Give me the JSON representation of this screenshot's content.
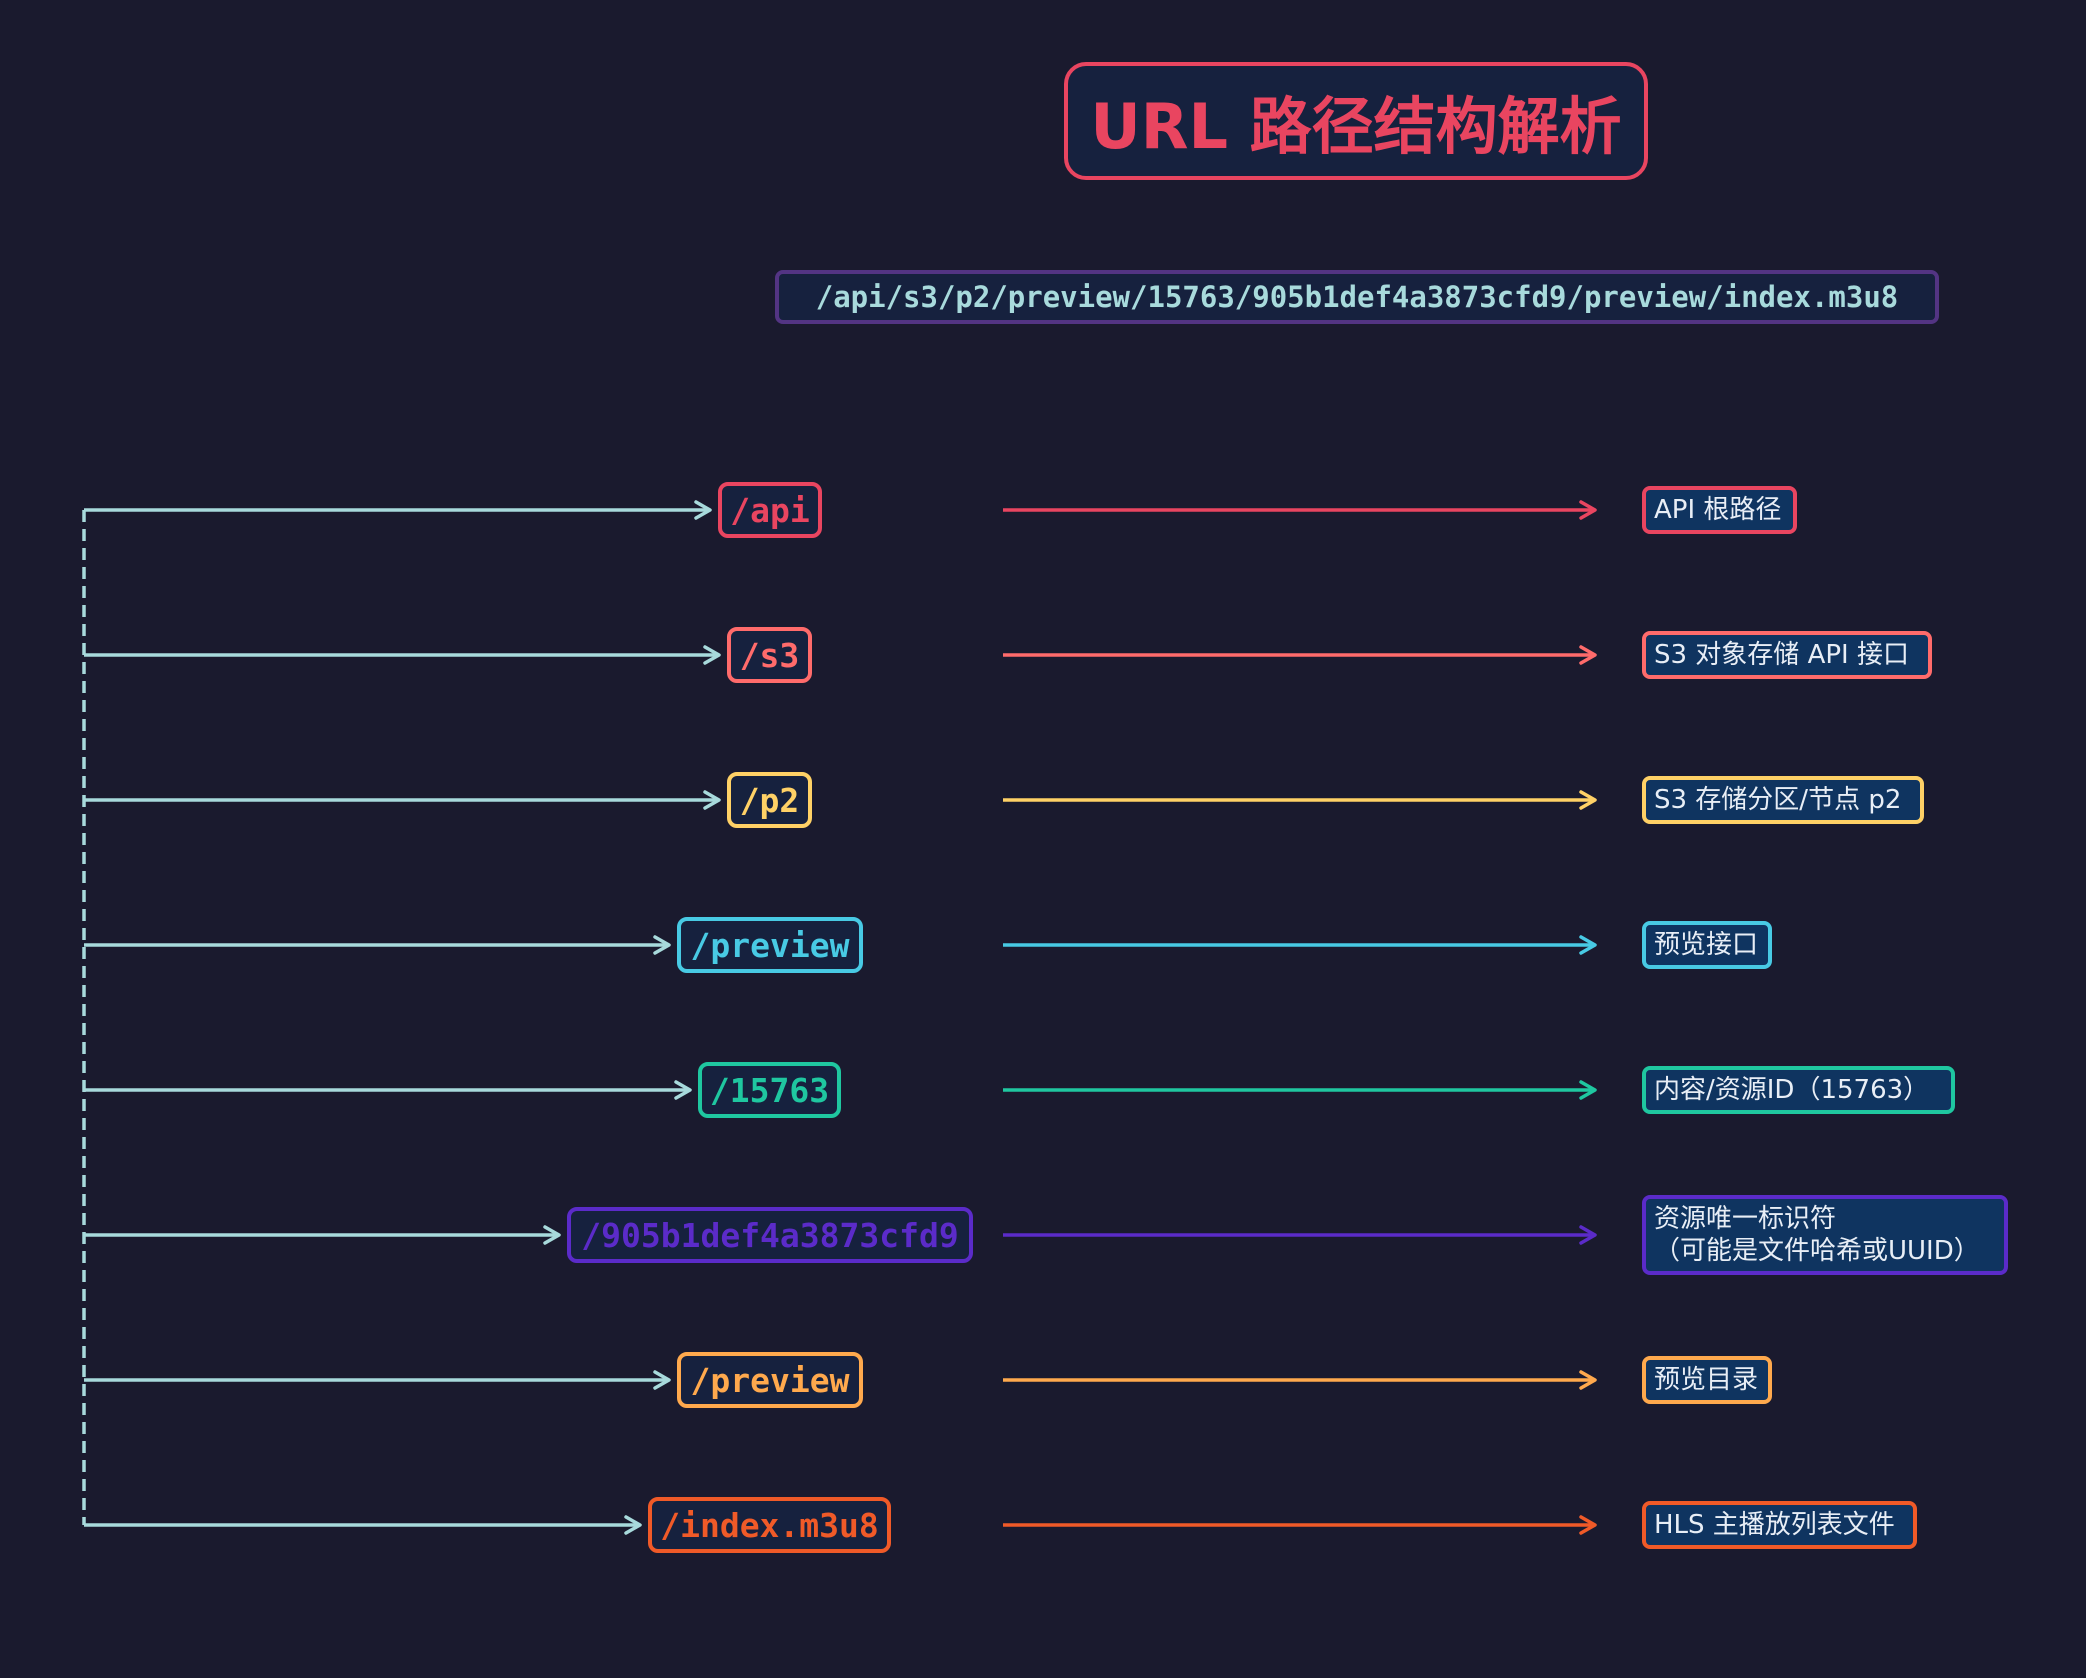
{
  "title": "URL 路径结构解析",
  "url": "/api/s3/p2/preview/15763/905b1def4a3873cfd9/preview/index.m3u8",
  "segments": [
    {
      "label": "/api",
      "description": [
        "API 根路径"
      ],
      "color": "#e94560"
    },
    {
      "label": "/s3",
      "description": [
        "S3 对象存储 API 接口"
      ],
      "color": "#ff6b6b"
    },
    {
      "label": "/p2",
      "description": [
        "S3 存储分区/节点 p2"
      ],
      "color": "#ffd166"
    },
    {
      "label": "/preview",
      "description": [
        "预览接口"
      ],
      "color": "#48cae4"
    },
    {
      "label": "/15763",
      "description": [
        "内容/资源ID（15763）"
      ],
      "color": "#1fc7a0"
    },
    {
      "label": "/905b1def4a3873cfd9",
      "description": [
        "资源唯一标识符",
        "（可能是文件哈希或UUID）"
      ],
      "color": "#5b2bc9"
    },
    {
      "label": "/preview",
      "description": [
        "预览目录"
      ],
      "color": "#ffa94d"
    },
    {
      "label": "/index.m3u8",
      "description": [
        "HLS 主播放列表文件"
      ],
      "color": "#f05a28"
    }
  ],
  "colors": {
    "background": "#1a1a2e",
    "connector": "#a8dadc",
    "box_fill": "#16213e",
    "desc_fill": "#0f3460"
  }
}
